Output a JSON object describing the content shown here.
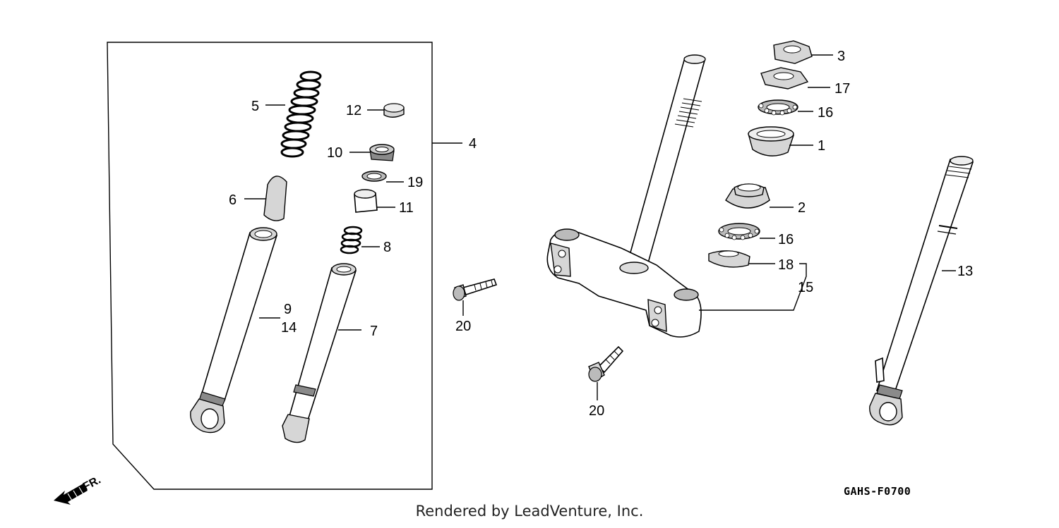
{
  "diagram": {
    "callouts": {
      "c1": "1",
      "c2": "2",
      "c3": "3",
      "c4": "4",
      "c5": "5",
      "c6": "6",
      "c7": "7",
      "c8": "8",
      "c9": "9",
      "c10": "10",
      "c11": "11",
      "c12": "12",
      "c13": "13",
      "c14": "14",
      "c15": "15",
      "c16a": "16",
      "c16b": "16",
      "c17": "17",
      "c18": "18",
      "c19": "19",
      "c20a": "20",
      "c20b": "20"
    },
    "front_marker": "FR.",
    "diagram_code": "GAHS-F0700",
    "credit": "Rendered by LeadVenture, Inc."
  }
}
